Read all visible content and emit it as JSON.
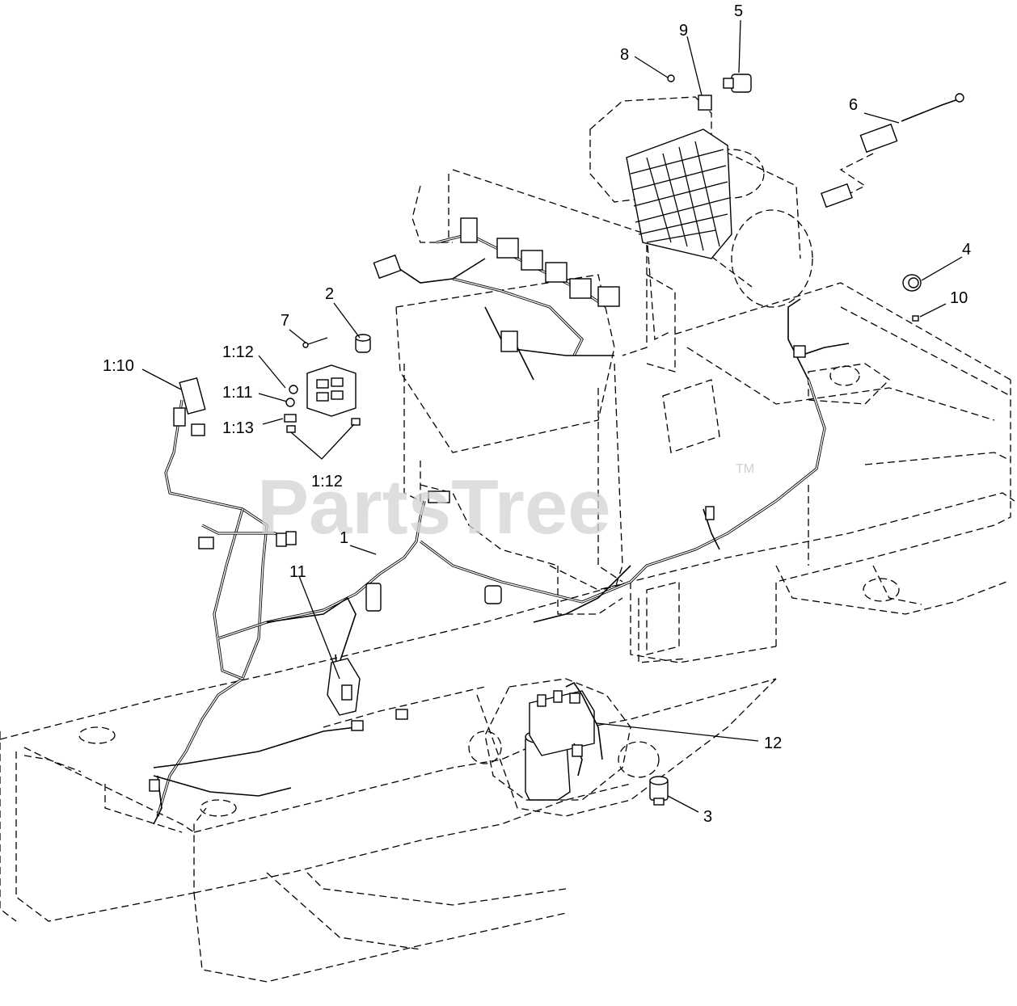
{
  "watermark": {
    "brand": "PartsTree",
    "trademark": "TM"
  },
  "callouts": [
    "5",
    "9",
    "8",
    "6",
    "4",
    "10",
    "2",
    "7",
    "1:12",
    "1:10",
    "1:11",
    "1:13",
    "1:12",
    "1",
    "11",
    "12",
    "3"
  ],
  "parts": [
    {
      "callout": "1",
      "name": "wire-harness-icon"
    },
    {
      "callout": "2",
      "name": "spacer-icon"
    },
    {
      "callout": "3",
      "name": "pressure-switch-icon"
    },
    {
      "callout": "4",
      "name": "grommet-icon"
    },
    {
      "callout": "5",
      "name": "restriction-indicator-icon"
    },
    {
      "callout": "6",
      "name": "fuse-lead-icon"
    },
    {
      "callout": "7",
      "name": "screw-icon"
    },
    {
      "callout": "8",
      "name": "nut-icon"
    },
    {
      "callout": "9",
      "name": "adapter-icon"
    },
    {
      "callout": "10",
      "name": "nut-icon"
    },
    {
      "callout": "11",
      "name": "connector-icon"
    },
    {
      "callout": "12",
      "name": "starter-solenoid-icon"
    }
  ],
  "colors": {
    "line": "#000000",
    "background": "#ffffff",
    "watermark": "#d4d4d4"
  }
}
